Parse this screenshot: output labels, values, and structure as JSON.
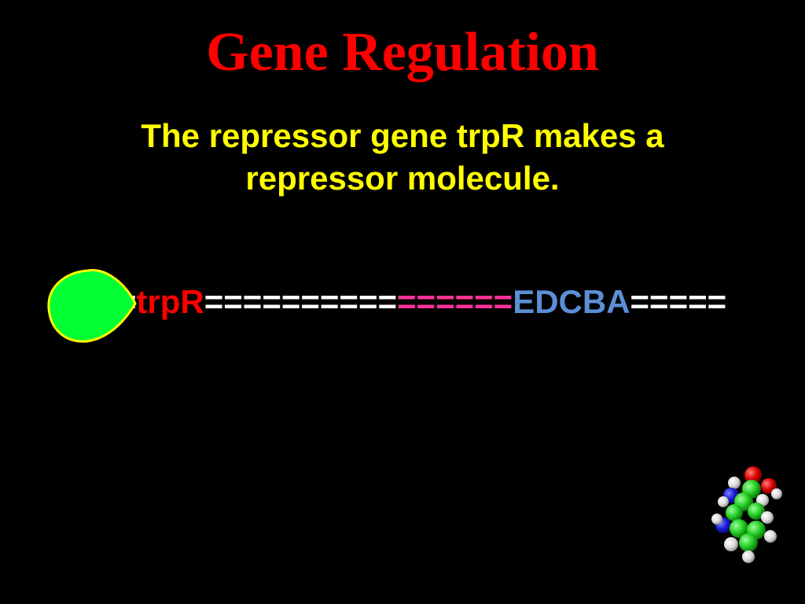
{
  "slide": {
    "title": "Gene Regulation",
    "subtitle": "The repressor gene trpR makes a repressor molecule.",
    "gene_line": {
      "segments": [
        {
          "text": "===",
          "color": "#ffffff"
        },
        {
          "text": "trpR",
          "color": "#ff0000"
        },
        {
          "text": "==========",
          "color": "#ffffff"
        },
        {
          "text": "======",
          "color": "#ff3399"
        },
        {
          "text": "EDCBA",
          "color": "#5b8fd6"
        },
        {
          "text": "=====",
          "color": "#ffffff"
        }
      ]
    },
    "repressor": {
      "icon": "repressor-molecule-icon",
      "fill": "#00ff33",
      "stroke": "#ffff00"
    },
    "molecule": {
      "icon": "tryptophan-molecule-icon"
    }
  },
  "colors": {
    "background": "#000000",
    "title": "#ff0000",
    "subtitle": "#ffff00"
  }
}
